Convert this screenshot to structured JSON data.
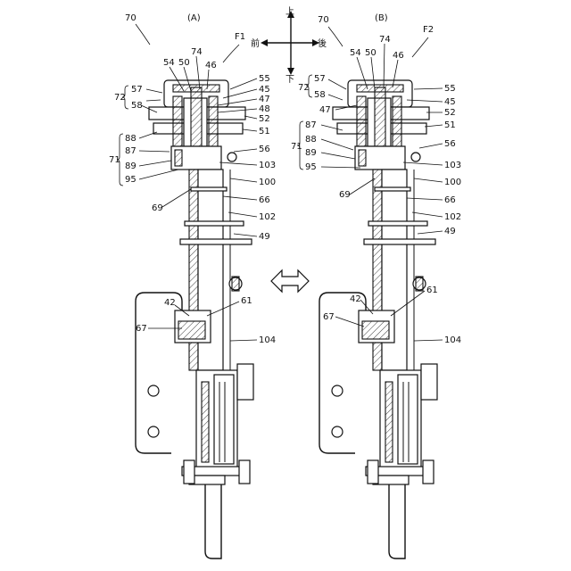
{
  "figure": {
    "ref_main": "70",
    "view_a_label": "(A)",
    "view_b_label": "(B)",
    "direction": {
      "up": "上",
      "down": "下",
      "front": "前",
      "rear": "後"
    },
    "view_a_flow": "F1",
    "view_b_flow": "F2",
    "labels_a": {
      "l54": "54",
      "l50": "50",
      "l74": "74",
      "l46": "46",
      "l57": "57",
      "l72": "72",
      "l58": "58",
      "l55": "55",
      "l45": "45",
      "l47": "47",
      "l48": "48",
      "l52": "52",
      "l51": "51",
      "l88": "88",
      "l87": "87",
      "l71": "71",
      "l89": "89",
      "l95": "95",
      "l56": "56",
      "l103": "103",
      "l100": "100",
      "l66": "66",
      "l69": "69",
      "l102": "102",
      "l49": "49",
      "l42": "42",
      "l61": "61",
      "l67": "67",
      "l104": "104"
    },
    "labels_b": {
      "l70": "70",
      "l54": "54",
      "l50": "50",
      "l74": "74",
      "l46": "46",
      "l57": "57",
      "l72": "72",
      "l58": "58",
      "l47": "47",
      "l87": "87",
      "l88": "88",
      "l71": "71",
      "l89": "89",
      "l95": "95",
      "l55": "55",
      "l45": "45",
      "l52": "52",
      "l51": "51",
      "l56": "56",
      "l103": "103",
      "l69": "69",
      "l100": "100",
      "l66": "66",
      "l102": "102",
      "l49": "49",
      "l42": "42",
      "l61": "61",
      "l67": "67",
      "l104": "104"
    }
  }
}
